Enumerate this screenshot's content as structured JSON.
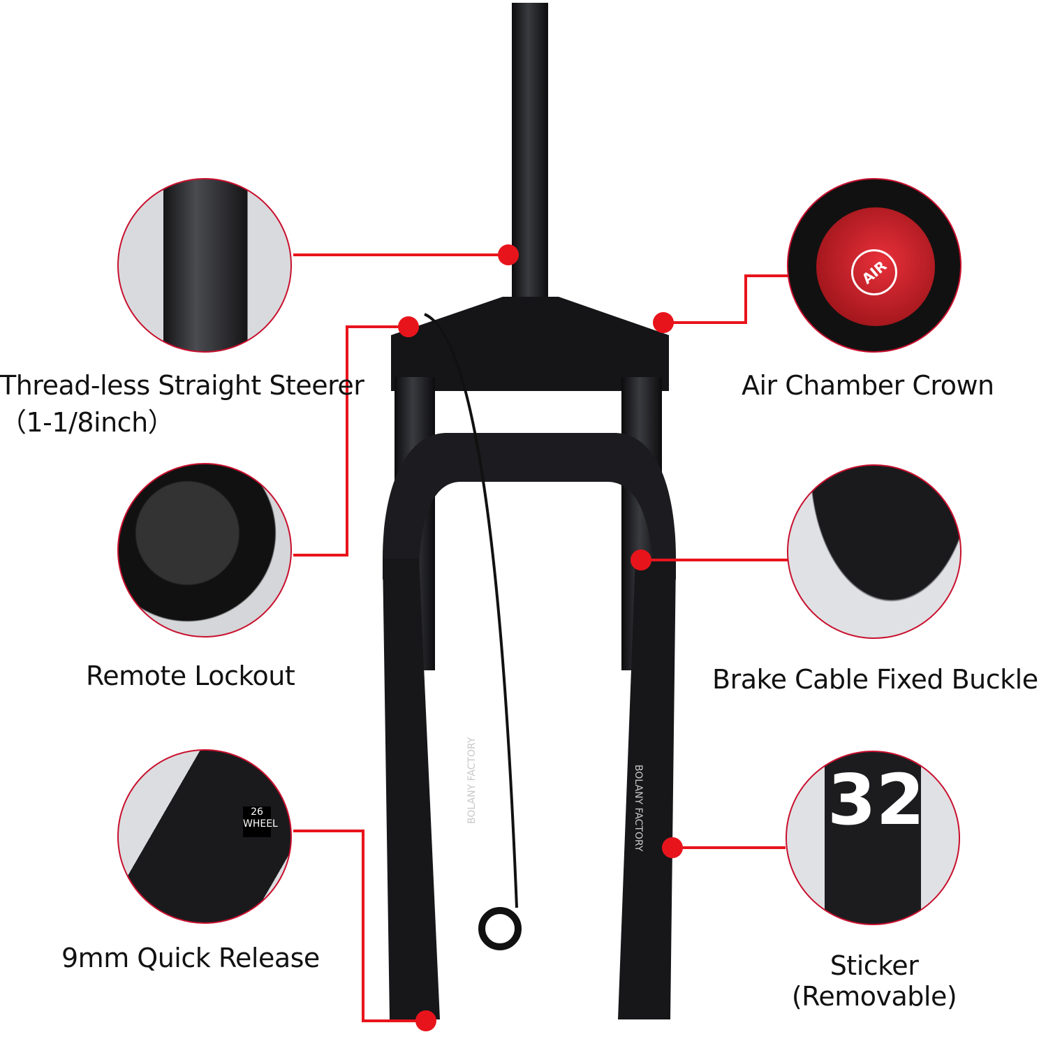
{
  "accent_color": "#e8141c",
  "features": [
    {
      "id": "steerer",
      "label": "Thread-less Straight Steerer",
      "sublabel": "（1-1/8inch）"
    },
    {
      "id": "air-crown",
      "label": "Air Chamber Crown",
      "badge": "AIR"
    },
    {
      "id": "remote-lockout",
      "label": "Remote Lockout"
    },
    {
      "id": "brake-buckle",
      "label": "Brake Cable Fixed Buckle"
    },
    {
      "id": "quick-release",
      "label": "9mm Quick Release",
      "badge": "26 WHEEL"
    },
    {
      "id": "sticker",
      "label": "Sticker",
      "sublabel": "(Removable)",
      "badge": "32"
    }
  ],
  "fork_markings": {
    "left_leg": "BOLANY FACTORY",
    "right_leg": "BOLANY FACTORY"
  }
}
